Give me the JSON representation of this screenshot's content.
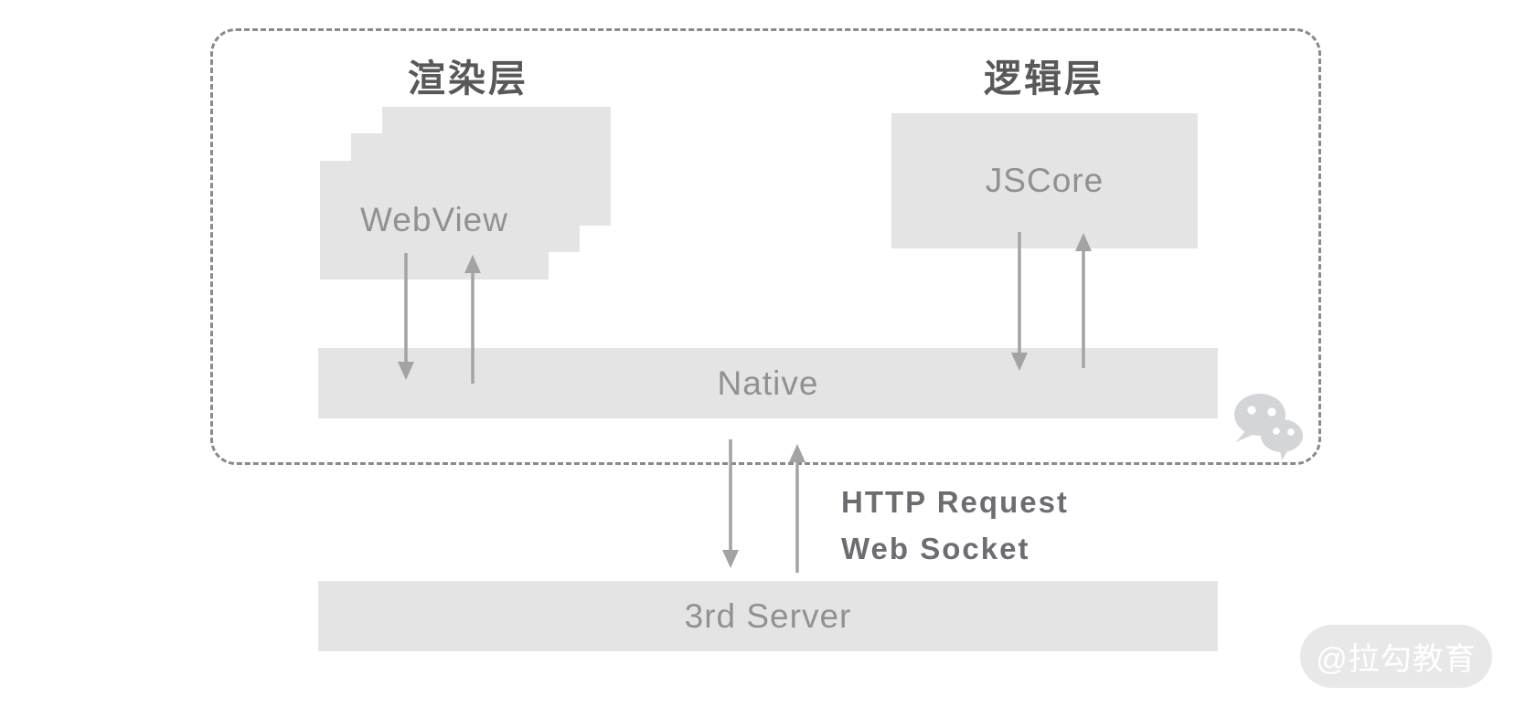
{
  "diagram": {
    "render_layer": {
      "title": "渲染层",
      "box_label": "WebView"
    },
    "logic_layer": {
      "title": "逻辑层",
      "box_label": "JSCore"
    },
    "native_bar": {
      "label": "Native"
    },
    "server_bar": {
      "label": "3rd Server"
    },
    "connection_labels": {
      "http": "HTTP Request",
      "websocket": "Web Socket"
    },
    "watermark": {
      "label": "@拉勾教育"
    },
    "icons": {
      "wechat": "wechat-icon"
    },
    "colors": {
      "box_fill": "#e4e4e4",
      "box_text": "#8f9193",
      "title_text": "#585858",
      "connection_text": "#6b6d70",
      "arrow": "#a2a3a5",
      "dashed_border": "#8a8a8a",
      "wechat_icon": "#d4d5d9",
      "watermark_bg": "#e8e8e8",
      "watermark_text": "#ffffff",
      "background": "#ffffff"
    }
  }
}
